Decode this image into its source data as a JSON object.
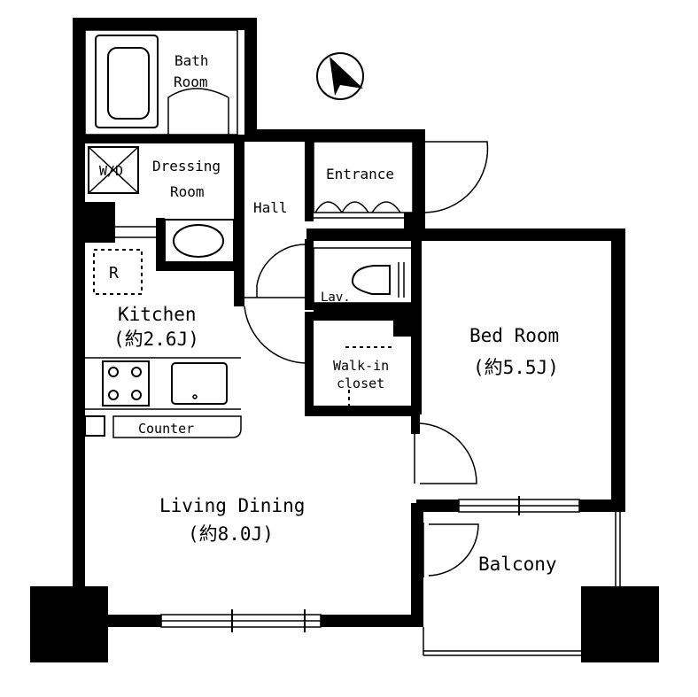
{
  "rooms": {
    "bath": {
      "line1": "Bath",
      "line2": "Room"
    },
    "dressing": {
      "line1": "Dressing",
      "line2": "Room"
    },
    "wd": "W/D",
    "hall": "Hall",
    "entrance": "Entrance",
    "lav": "Lav.",
    "fridge": "R",
    "kitchen": {
      "name": "Kitchen",
      "size": "(約2.6J)"
    },
    "bedroom": {
      "name": "Bed Room",
      "size": "(約5.5J)"
    },
    "walkin": {
      "line1": "Walk-in",
      "line2": "closet"
    },
    "counter": "Counter",
    "living": {
      "name": "Living Dining",
      "size": "(約8.0J)"
    },
    "balcony": "Balcony"
  },
  "compass": {
    "icon": "north-arrow-icon"
  },
  "colors": {
    "wall": "#000000",
    "background": "#ffffff"
  }
}
